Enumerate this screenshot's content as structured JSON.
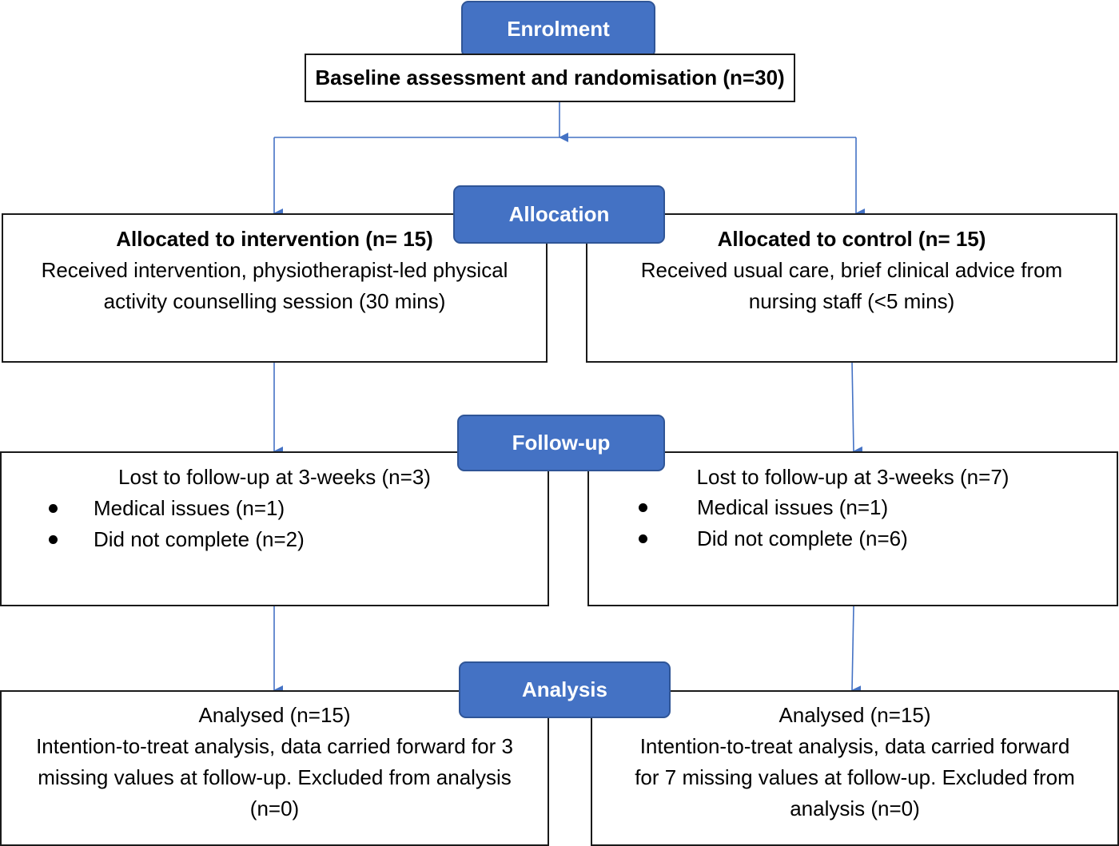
{
  "stages": {
    "enrolment": "Enrolment",
    "allocation": "Allocation",
    "follow_up": "Follow-up",
    "analysis": "Analysis"
  },
  "baseline": "Baseline assessment and randomisation (n=30)",
  "intervention": {
    "allocated_title": "Allocated to intervention (n= 15)",
    "allocated_lines": [
      "Received intervention, physiotherapist-led physical",
      "activity counselling session (30 mins)"
    ],
    "lost_title": "Lost to follow-up at 3-weeks (n=3)",
    "lost_items": [
      "Medical issues (n=1)",
      "Did not complete (n=2)"
    ],
    "analysed_title": "Analysed (n=15)",
    "analysed_lines": [
      "Intention-to-treat analysis, data carried forward for 3",
      "missing values at follow-up. Excluded from analysis",
      "(n=0)"
    ]
  },
  "control": {
    "allocated_title": "Allocated to control (n= 15)",
    "allocated_lines": [
      "Received usual care, brief clinical advice from",
      "nursing staff (<5 mins)"
    ],
    "lost_title": "Lost to follow-up at 3-weeks (n=7)",
    "lost_items": [
      "Medical issues (n=1)",
      "Did not complete (n=6)"
    ],
    "analysed_title": "Analysed (n=15)",
    "analysed_lines": [
      "Intention-to-treat analysis, data carried forward",
      "for 7 missing values at follow-up. Excluded from",
      "analysis (n=0)"
    ]
  },
  "colors": {
    "stage_fill": "#4472c4",
    "arrow": "#4472c4",
    "border": "#1a1a1a"
  }
}
